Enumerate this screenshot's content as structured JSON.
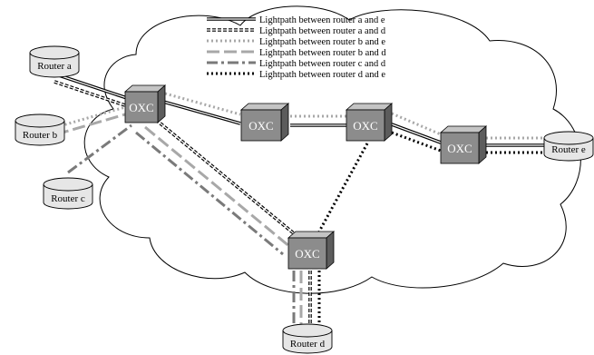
{
  "legend": [
    {
      "label": "Lightpath between router a and e",
      "style": "double-solid"
    },
    {
      "label": "Lightpath between router a and d",
      "style": "double-dashed"
    },
    {
      "label": "Lightpath between router b and e",
      "style": "dotted-gray"
    },
    {
      "label": "Lightpath between router b and d",
      "style": "long-dash-gray"
    },
    {
      "label": "Lightpath between router c and d",
      "style": "dash-dot-gray"
    },
    {
      "label": "Lightpath between router d and e",
      "style": "dotted-black"
    }
  ],
  "routers": {
    "a": "Router a",
    "b": "Router b",
    "c": "Router c",
    "d": "Router d",
    "e": "Router e"
  },
  "oxc_label": "OXC",
  "colors": {
    "oxc_front": "#8c8c8c",
    "oxc_top": "#c4c4c4",
    "oxc_side": "#5c5c5c",
    "router_fill": "#e6e6e6",
    "gray_line": "#7a7a7a",
    "light_gray_line": "#a8a8a8"
  }
}
